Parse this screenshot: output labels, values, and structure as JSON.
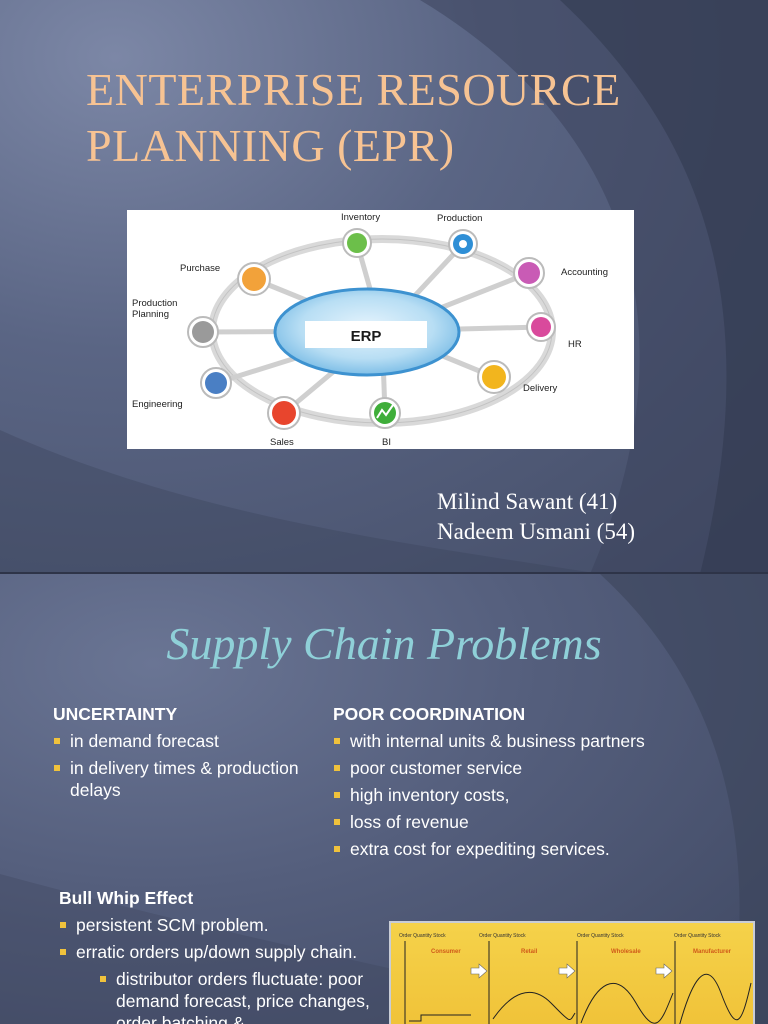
{
  "slide1": {
    "title": "ENTERPRISE RESOURCE PLANNING (EPR)",
    "diagram": {
      "center": "ERP",
      "modules": [
        "Inventory",
        "Production",
        "Accounting",
        "HR",
        "Delivery",
        "BI",
        "Sales",
        "Engineering",
        "Production Planning",
        "Purchase"
      ]
    },
    "authors": [
      "Milind Sawant (41)",
      "Nadeem Usmani (54)"
    ]
  },
  "slide2": {
    "title": "Supply Chain Problems",
    "uncertainty": {
      "heading": "UNCERTAINTY",
      "items": [
        "in demand forecast",
        "in delivery times & production delays"
      ]
    },
    "coordination": {
      "heading": "POOR COORDINATION",
      "items": [
        "with internal units & business partners",
        "poor customer service",
        "high inventory costs,",
        "loss of revenue",
        "extra cost for expediting services."
      ]
    },
    "bullwhip": {
      "heading": "Bull Whip Effect",
      "items": [
        "persistent SCM problem.",
        "erratic orders up/down supply chain."
      ],
      "subitems": [
        "distributor orders fluctuate: poor demand forecast, price changes, order batching &"
      ]
    },
    "chart": {
      "panel_label": "Order Quantity Stock",
      "stages": [
        "Consumer",
        "Retail",
        "Wholesale",
        "Manufacturer"
      ]
    }
  },
  "colors": {
    "title1": "#f7c393",
    "title2": "#8fd0d8",
    "bullet": "#f0c23c",
    "ellipse": "#9fd0f0"
  }
}
